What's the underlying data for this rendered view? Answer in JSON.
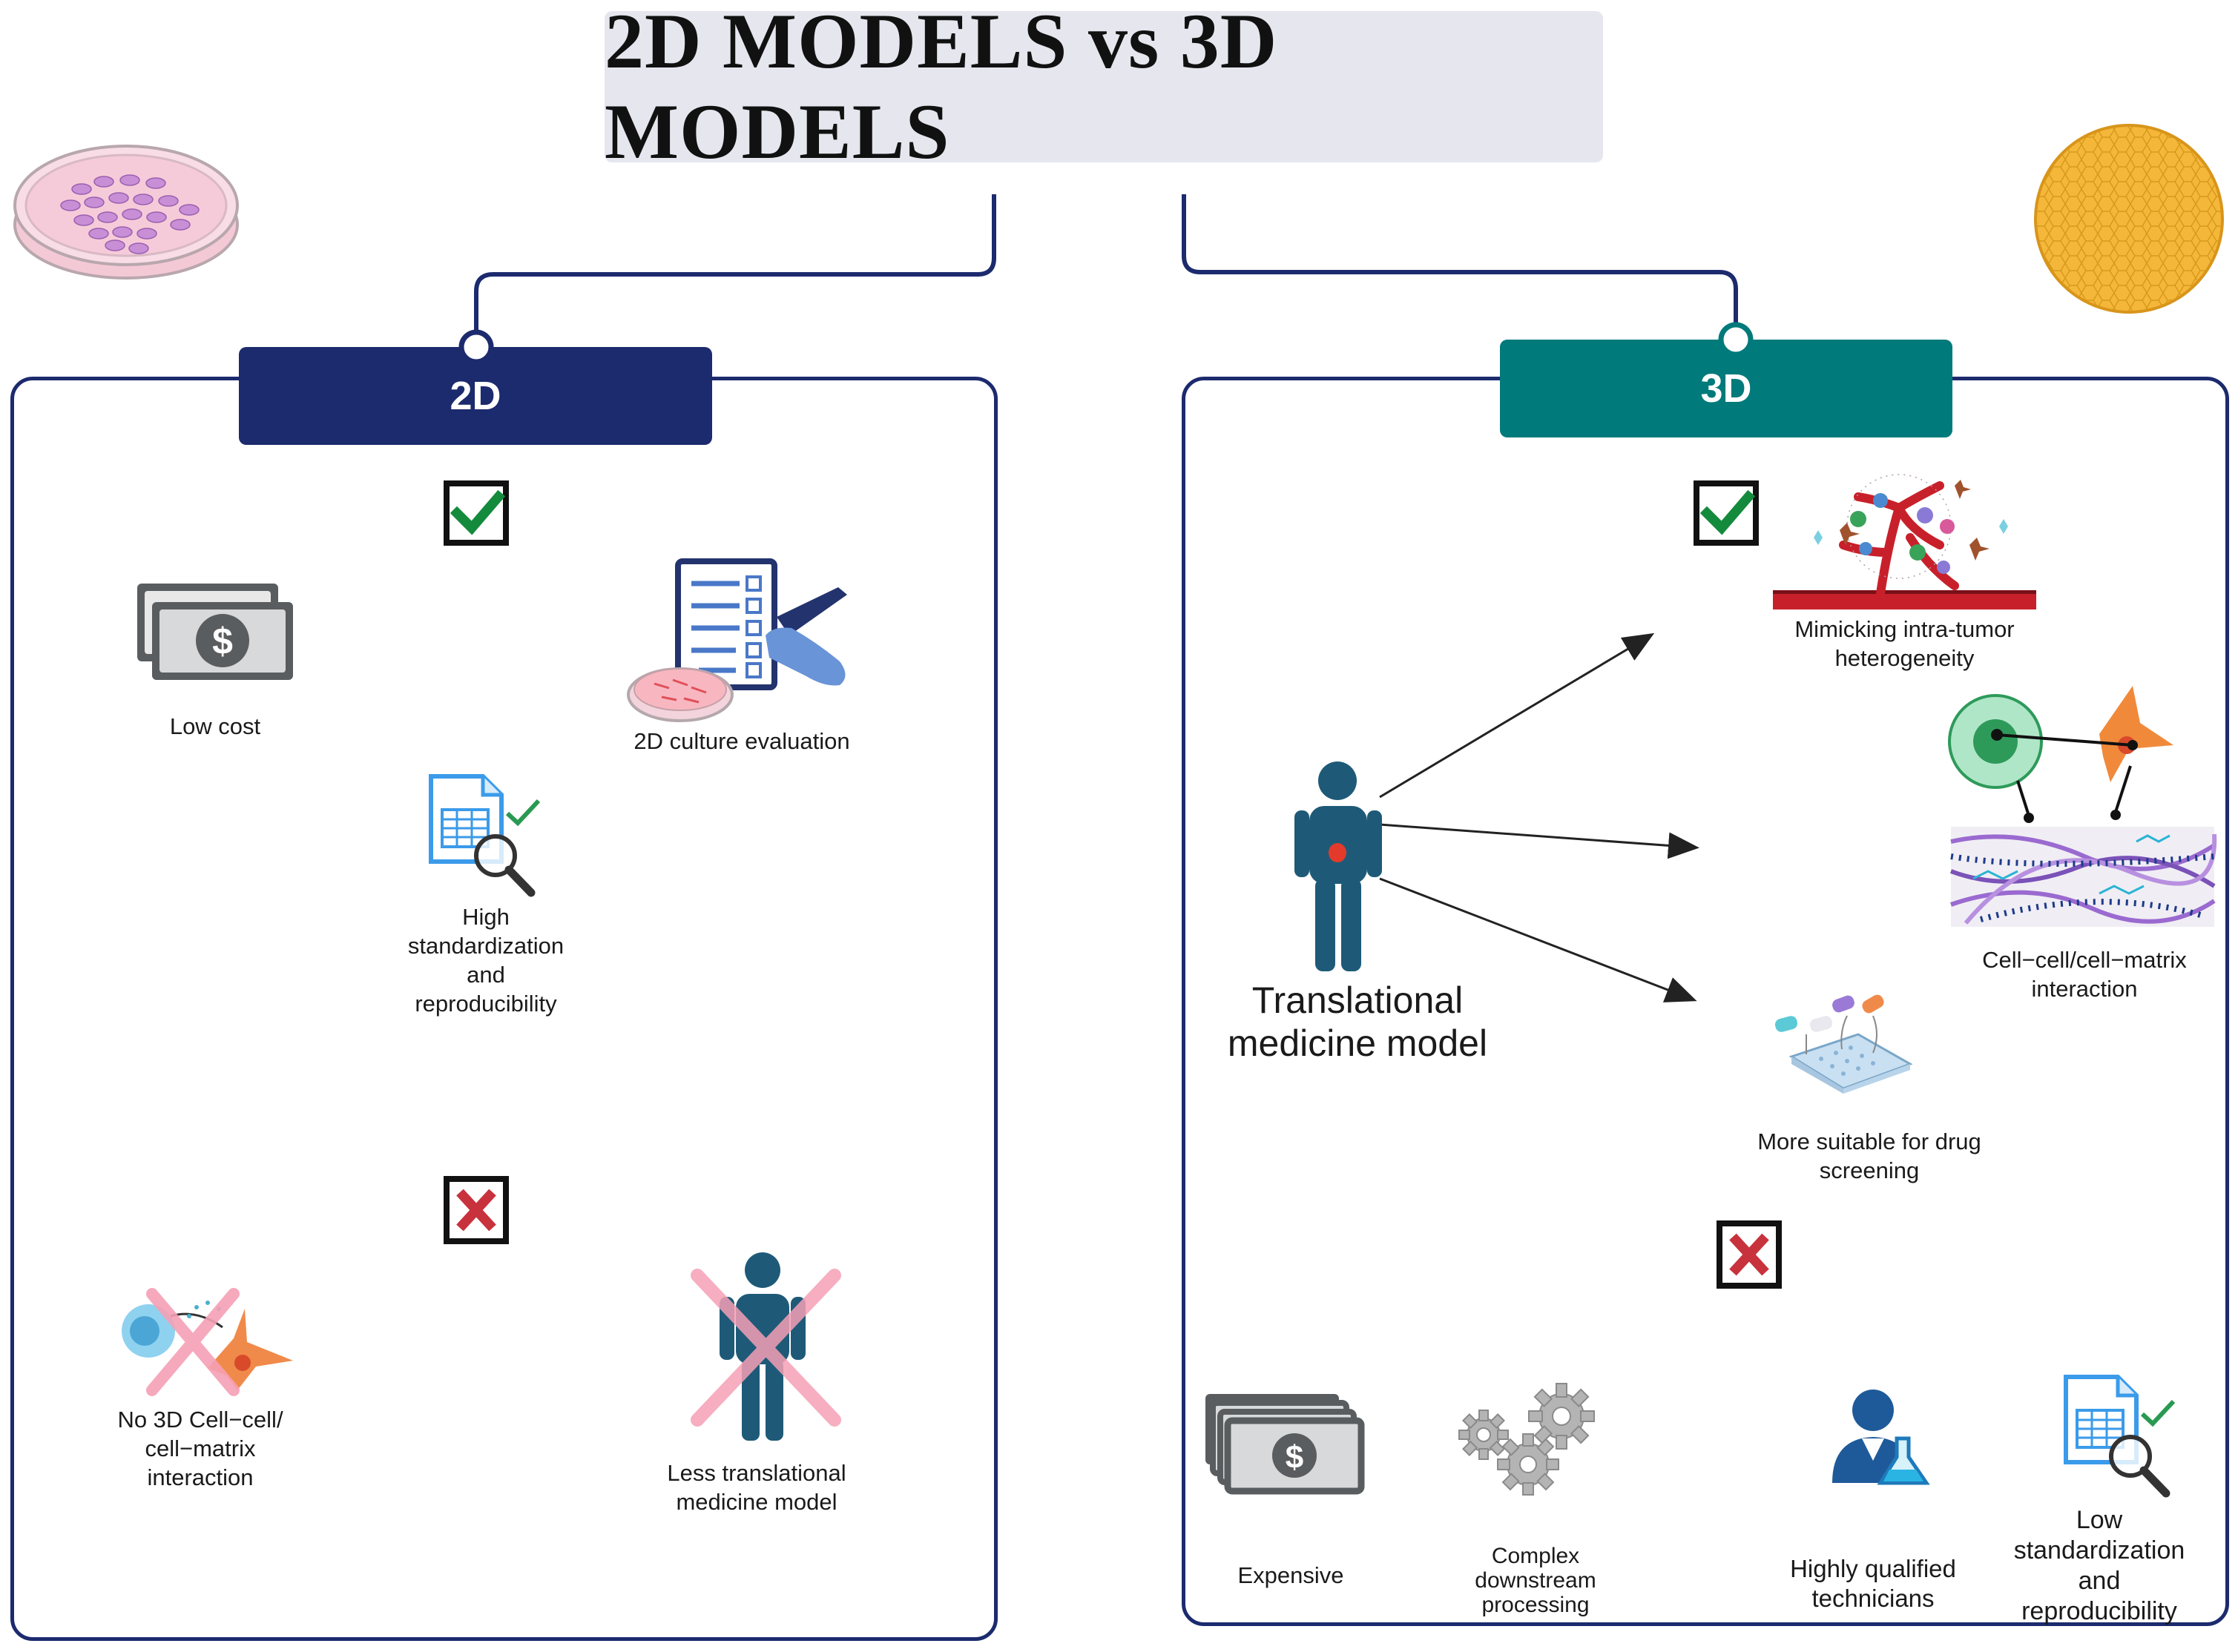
{
  "title": "2D MODELS vs 3D MODELS",
  "colors": {
    "navy": "#1c2a6e",
    "teal": "#007a7a",
    "check_green": "#148a3c",
    "cross_red": "#c8323c",
    "panel_border": "#1c2a6e"
  },
  "left": {
    "tab": "2D",
    "pros": {
      "check_icon": "check-box-icon",
      "items": [
        {
          "label": "Low cost",
          "icon": "money-icon"
        },
        {
          "label": "2D culture evaluation",
          "icon": "clipboard-petri-icon"
        },
        {
          "label": "High standardization and reproducibility",
          "lines": [
            "High",
            "standardization",
            "and",
            "reproducibility"
          ],
          "icon": "spreadsheet-magnifier-icon"
        }
      ]
    },
    "cons": {
      "cross_icon": "cross-box-icon",
      "items": [
        {
          "label": "No 3D Cell-cell/ cell-matrix interaction",
          "lines": [
            "No 3D Cell−cell/",
            "cell−matrix",
            "interaction"
          ],
          "icon": "crossed-cells-icon"
        },
        {
          "label": "Less translational medicine model",
          "lines": [
            "Less translational",
            "medicine model"
          ],
          "icon": "crossed-person-icon"
        }
      ]
    }
  },
  "right": {
    "tab": "3D",
    "center": {
      "lines": [
        "Translational",
        "medicine model"
      ],
      "icon": "person-icon"
    },
    "pros": {
      "check_icon": "check-box-icon",
      "items": [
        {
          "lines": [
            "Mimicking intra-tumor",
            "heterogeneity"
          ],
          "icon": "tumor-vessel-icon"
        },
        {
          "lines": [
            "Cell−cell/cell−matrix",
            "interaction"
          ],
          "icon": "cell-matrix-icon"
        },
        {
          "lines": [
            "More suitable for drug",
            "screening"
          ],
          "icon": "drug-plate-icon"
        }
      ]
    },
    "cons": {
      "cross_icon": "cross-box-icon",
      "items": [
        {
          "lines": [
            "Expensive"
          ],
          "icon": "money-stack-icon"
        },
        {
          "lines": [
            "Complex",
            "downstream",
            "processing"
          ],
          "icon": "gears-icon"
        },
        {
          "lines": [
            "Highly qualified",
            "technicians"
          ],
          "icon": "scientist-icon"
        },
        {
          "lines": [
            "Low",
            "standardization",
            "and",
            "reproducibility"
          ],
          "icon": "spreadsheet-magnifier-icon"
        }
      ]
    }
  }
}
